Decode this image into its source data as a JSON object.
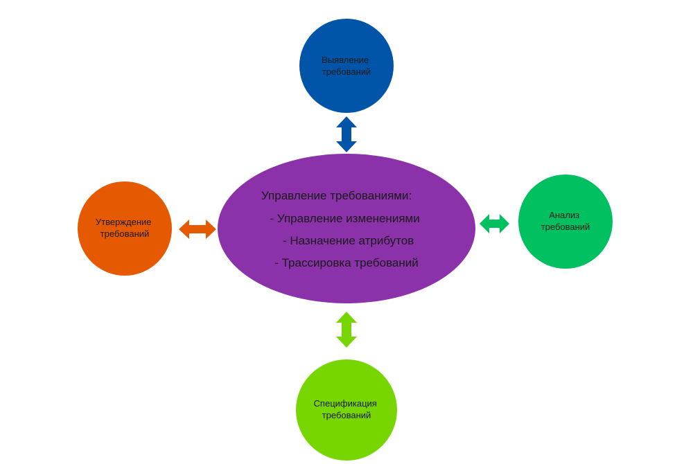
{
  "diagram": {
    "center": {
      "lines": [
        "Управление требованиями:",
        "- Управление изменениями",
        "- Назначение атрибутов",
        "- Трассировка требований"
      ],
      "color": "#8b31a9"
    },
    "top": {
      "line1": "Выявление",
      "line2": "требований",
      "color": "#0055a8"
    },
    "right": {
      "line1": "Анализ",
      "line2": "требований",
      "color": "#00c060"
    },
    "bottom": {
      "line1": "Спецификация",
      "line2": "требований",
      "color": "#77d600"
    },
    "left": {
      "line1": "Утверждение",
      "line2": "требований",
      "color": "#e55a00"
    }
  }
}
